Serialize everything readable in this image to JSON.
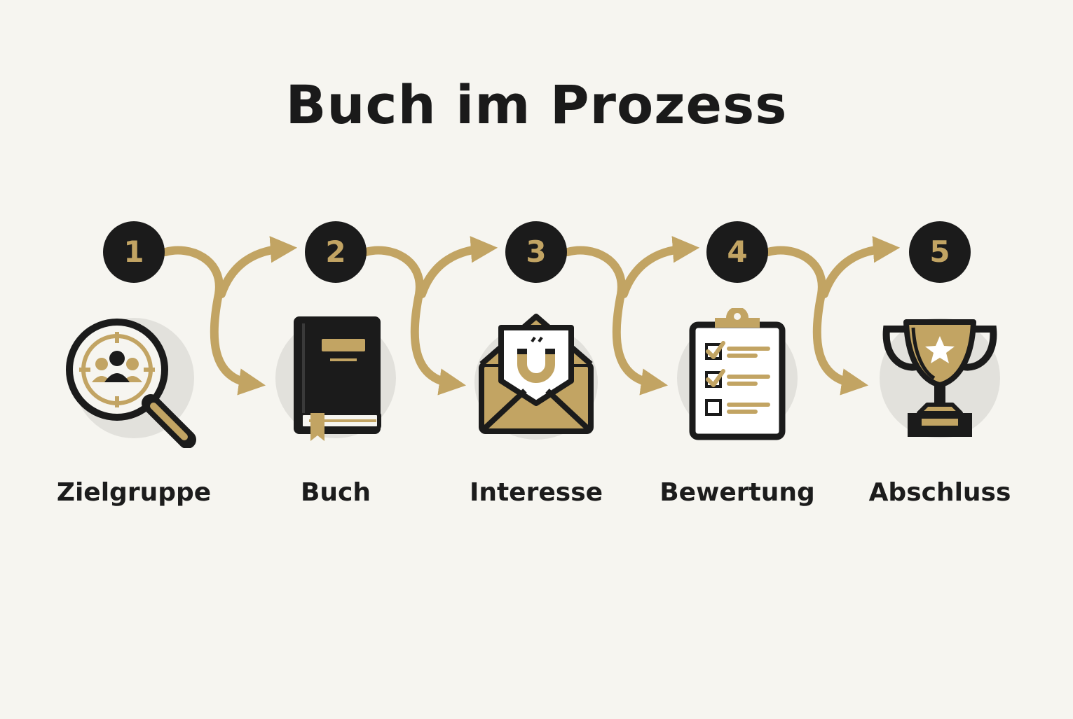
{
  "title": "Buch im Prozess",
  "colors": {
    "background": "#f6f5f0",
    "dark": "#1b1b1b",
    "gold": "#c2a463",
    "halo": "#e2e1dc"
  },
  "steps": [
    {
      "number": "1",
      "label": "Zielgruppe",
      "icon": "target-audience-magnifier-icon"
    },
    {
      "number": "2",
      "label": "Buch",
      "icon": "book-icon"
    },
    {
      "number": "3",
      "label": "Interesse",
      "icon": "envelope-magnet-icon"
    },
    {
      "number": "4",
      "label": "Bewertung",
      "icon": "clipboard-checklist-icon"
    },
    {
      "number": "5",
      "label": "Abschluss",
      "icon": "trophy-icon"
    }
  ]
}
